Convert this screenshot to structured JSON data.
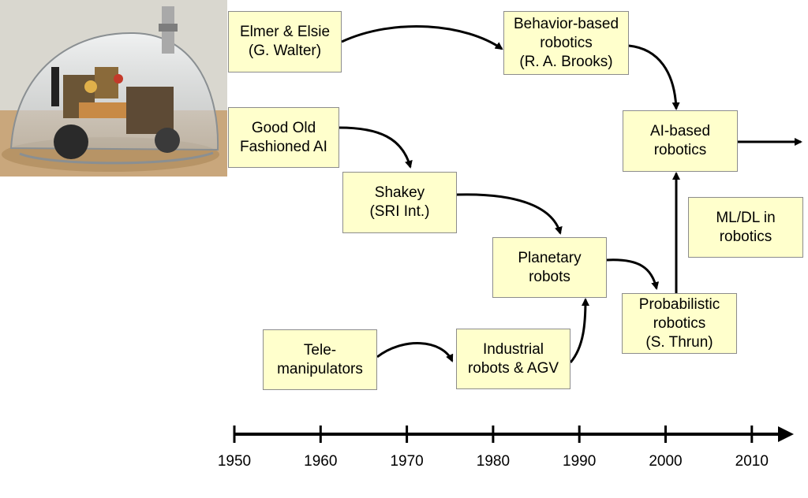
{
  "diagram": {
    "nodes": [
      {
        "id": "elmer",
        "label": "Elmer & Elsie\n(G. Walter)"
      },
      {
        "id": "behavior",
        "label": "Behavior-based\nrobotics\n(R. A. Brooks)"
      },
      {
        "id": "gofai",
        "label": "Good Old\nFashioned AI"
      },
      {
        "id": "shakey",
        "label": "Shakey\n(SRI Int.)"
      },
      {
        "id": "planetary",
        "label": "Planetary\nrobots"
      },
      {
        "id": "aibased",
        "label": "AI-based\nrobotics"
      },
      {
        "id": "mldl",
        "label": "ML/DL in\nrobotics"
      },
      {
        "id": "probabilistic",
        "label": "Probabilistic\nrobotics\n(S. Thrun)"
      },
      {
        "id": "tele",
        "label": "Tele-\nmanipulators"
      },
      {
        "id": "industrial",
        "label": "Industrial\nrobots & AGV"
      }
    ],
    "edges": [
      [
        "elmer",
        "behavior"
      ],
      [
        "behavior",
        "aibased"
      ],
      [
        "gofai",
        "shakey"
      ],
      [
        "shakey",
        "planetary"
      ],
      [
        "planetary",
        "probabilistic"
      ],
      [
        "probabilistic",
        "aibased"
      ],
      [
        "tele",
        "industrial"
      ],
      [
        "industrial",
        "planetary"
      ],
      [
        "aibased",
        "future"
      ]
    ],
    "timeline_years": [
      "1950",
      "1960",
      "1970",
      "1980",
      "1990",
      "2000",
      "2010"
    ],
    "colors": {
      "box_fill": "#ffffcc",
      "box_border": "#8c8c8c",
      "arrow": "#000000"
    },
    "photo": {
      "subject": "robot-tortoise-photo"
    }
  }
}
